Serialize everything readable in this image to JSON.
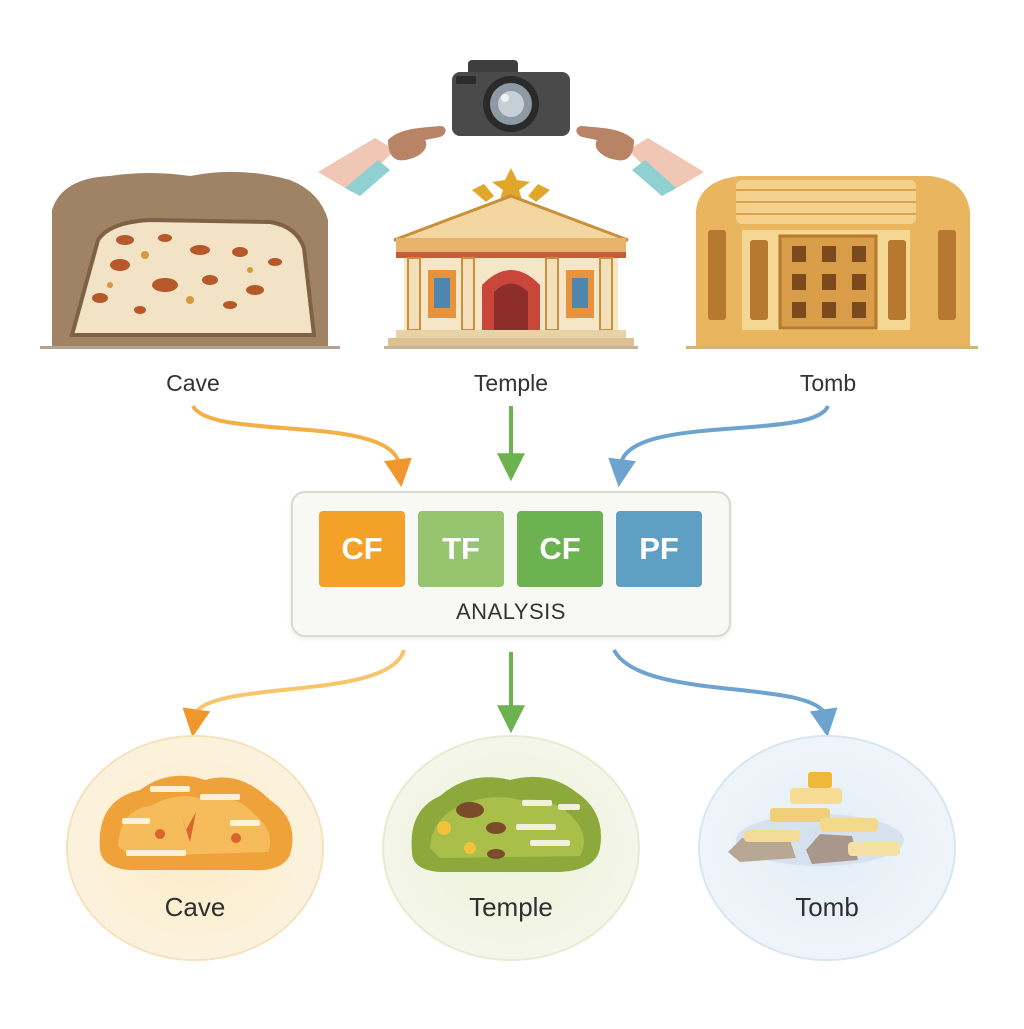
{
  "top_labels": [
    "Cave",
    "Temple",
    "Tomb"
  ],
  "analysis": {
    "title": "ANALYSIS",
    "tiles": [
      {
        "text": "CF",
        "color": "#f4a12a"
      },
      {
        "text": "TF",
        "color": "#97c46f"
      },
      {
        "text": "CF",
        "color": "#6db251"
      },
      {
        "text": "PF",
        "color": "#5f9fc4"
      }
    ]
  },
  "bottom_labels": [
    "Cave",
    "Temple",
    "Tomb"
  ],
  "colors": {
    "cave_arrow": "#f3ae45",
    "temple_arrow": "#6db251",
    "tomb_arrow": "#6ea3cf"
  },
  "icons": [
    "camera-icon",
    "left-hand-icon",
    "right-hand-icon",
    "cave-icon",
    "temple-icon",
    "tomb-icon"
  ]
}
